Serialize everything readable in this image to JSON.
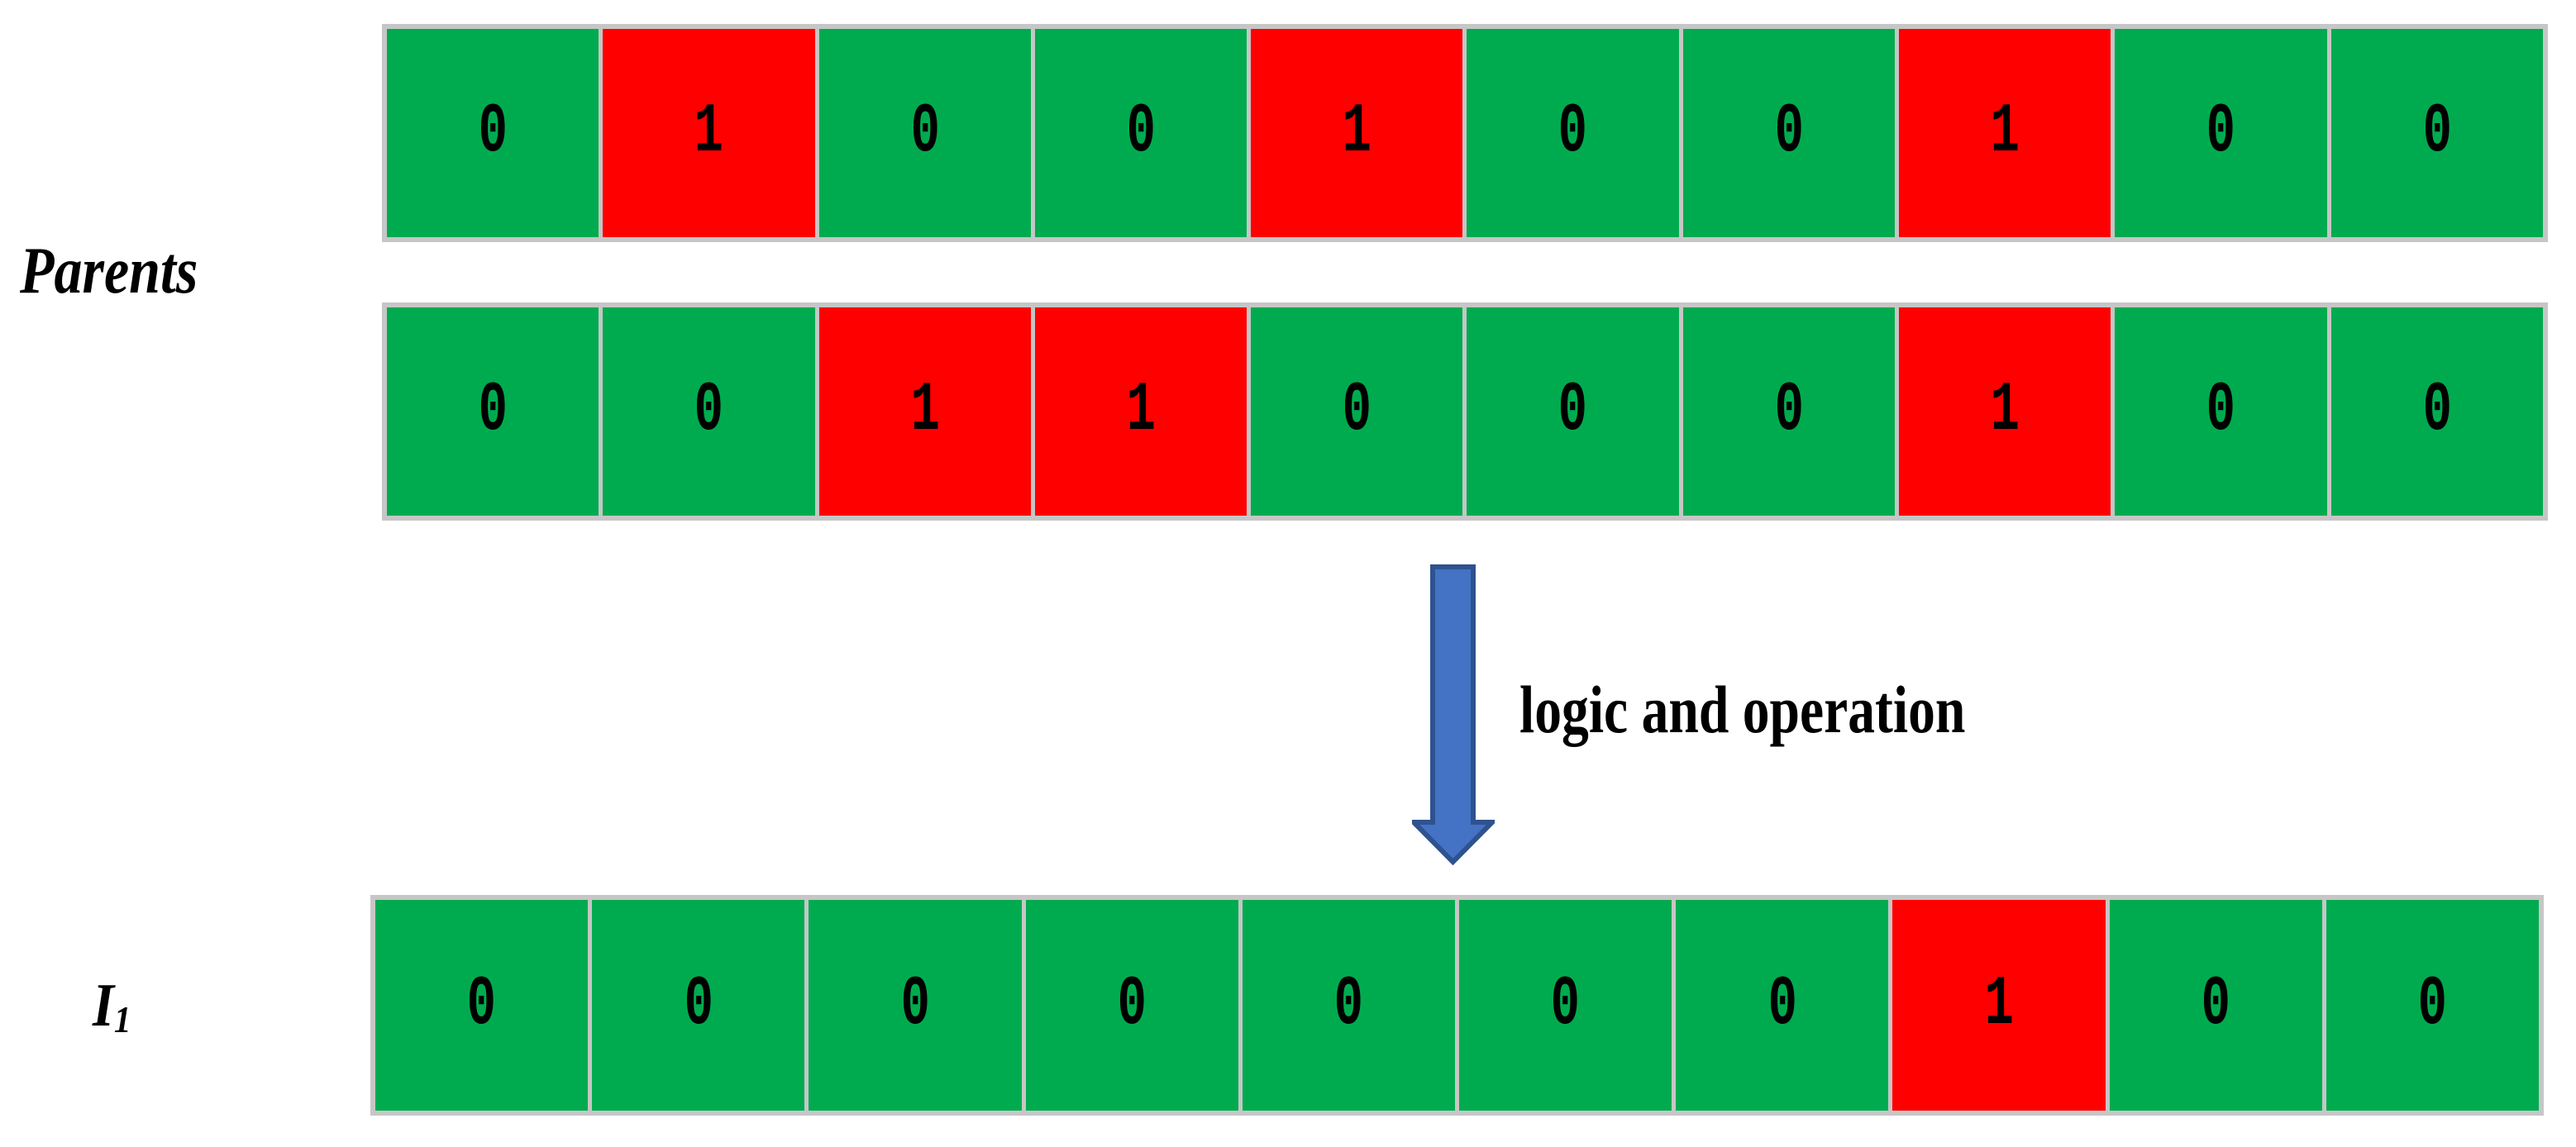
{
  "diagram": {
    "labels": {
      "parents": "Parents",
      "result_base": "I",
      "result_subscript": "1",
      "operation": "logic and operation"
    },
    "colors": {
      "zero_bg": "#00AB4F",
      "one_bg": "#FF0000",
      "grid": "#C6C6C6",
      "arrow_fill": "#4472C4",
      "arrow_stroke": "#2F528F",
      "text": "#000000",
      "page_bg": "#FFFFFF"
    },
    "rows": [
      {
        "name": "parent-1",
        "bits": [
          0,
          1,
          0,
          0,
          1,
          0,
          0,
          1,
          0,
          0
        ]
      },
      {
        "name": "parent-2",
        "bits": [
          0,
          0,
          1,
          1,
          0,
          0,
          0,
          1,
          0,
          0
        ]
      },
      {
        "name": "offspring-i1",
        "bits": [
          0,
          0,
          0,
          0,
          0,
          0,
          0,
          1,
          0,
          0
        ]
      }
    ]
  }
}
